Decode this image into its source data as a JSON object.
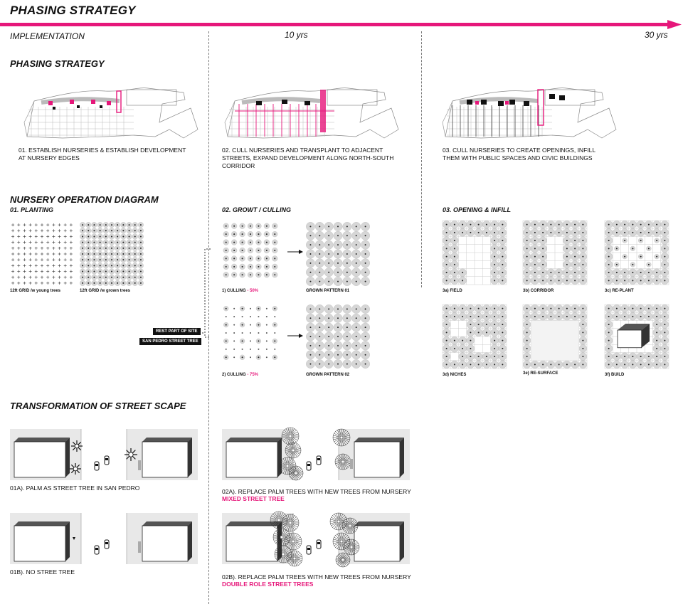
{
  "header": {
    "title": "PHASING STRATEGY",
    "implementation": "IMPLEMENTATION",
    "mark_10": "10 yrs",
    "mark_30": "30 yrs",
    "accent": "#e6177a"
  },
  "phasing": {
    "heading": "PHASING STRATEGY",
    "steps": [
      {
        "caption": "01. ESTABLISH NURSERIES & ESTABLISH DEVELOPMENT AT NURSERY EDGES"
      },
      {
        "caption": "02. CULL NURSERIES AND TRANSPLANT TO ADJACENT STREETS, EXPAND DEVELOPMENT ALONG NORTH-SOUTH CORRIDOR"
      },
      {
        "caption": "03. CULL NURSERIES TO CREATE OPENINGS, INFILL THEM WITH PUBLIC SPACES AND CIVIC BUILDINGS"
      }
    ]
  },
  "nursery": {
    "heading": "NURSERY OPERATION DIAGRAM",
    "planting": {
      "label": "01. PLANTING",
      "young": "12ft GRID /w young trees",
      "grown": "12ft GRID /w grown trees"
    },
    "growth": {
      "label": "02. GROWT / CULLING",
      "culling1": "1) CULLING",
      "culling1_pct": "- 50%",
      "pattern1": "GROWN PATTERN 01",
      "culling2": "2) CULLING",
      "culling2_pct": "- 75%",
      "pattern2": "GROWN PATTERN 02",
      "tag_rest": "REST PART OF SITE",
      "tag_street": "SAN PEDRO STREET TREE"
    },
    "opening": {
      "label": "03. OPENING & INFILL",
      "items": [
        "3a) FIELD",
        "3b) CORRIDOR",
        "3c) RE-PLANT",
        "3d) NICHES",
        "3e) RE-SURFACE",
        "3f) BUILD"
      ]
    }
  },
  "streetscape": {
    "heading": "TRANSFORMATION OF STREET SCAPE",
    "c1a": "01a). PALM AS STREET TREE IN SAN PEDRO",
    "c1b": "01b). NO STREE TREE",
    "c2a": "02a). REPLACE PALM TREES WITH NEW TREES FROM NURSERY",
    "c2a_hl": "MIXED STREET TREE",
    "c2b": "02b). REPLACE PALM TREES WITH NEW TREES FROM NURSERY",
    "c2b_hl": "DOUBLE ROLE STREET TREES"
  }
}
